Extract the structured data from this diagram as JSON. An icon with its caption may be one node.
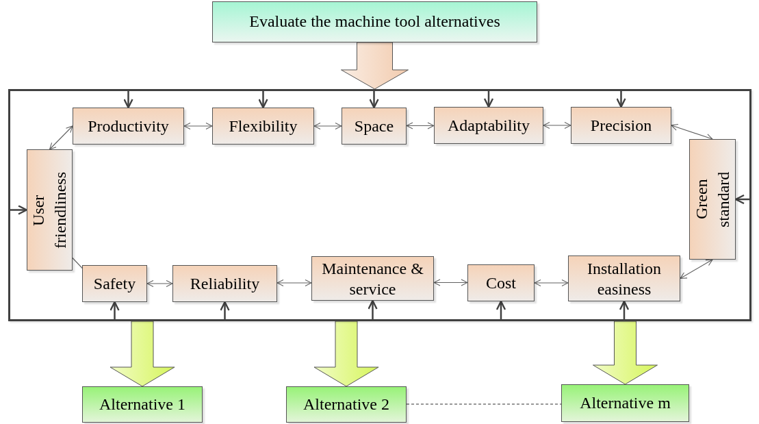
{
  "diagram": {
    "nodes": [
      {
        "text": [
          "Evaluate the machine tool alternatives"
        ]
      },
      {
        "text": [],
        "shape": "box"
      },
      {
        "text": [
          "Productivity"
        ],
        "in": 1
      },
      {
        "text": [
          "Flexibility"
        ],
        "in": 1
      },
      {
        "text": [
          "Space"
        ],
        "in": 1
      },
      {
        "text": [
          "Adaptability"
        ],
        "in": 1
      },
      {
        "text": [
          "Precision"
        ],
        "in": 1
      },
      {
        "text": [
          "Green standard"
        ],
        "in": 1
      },
      {
        "text": [
          "Installation easiness"
        ],
        "in": 1
      },
      {
        "text": [
          "Cost"
        ],
        "in": 1
      },
      {
        "text": [
          "Maintenance & service"
        ],
        "in": 1
      },
      {
        "text": [
          "Reliability"
        ],
        "in": 1
      },
      {
        "text": [
          "Safety"
        ],
        "in": 1
      },
      {
        "text": [
          "User friendliness"
        ],
        "in": 1
      },
      {
        "text": [
          "Alternative 1"
        ]
      },
      {
        "text": [
          "Alternative 2"
        ]
      },
      {
        "text": [
          "Alternative m"
        ]
      }
    ],
    "edges": [
      {
        "from": 0,
        "to": 1,
        "arrow": "to",
        "style": "thick",
        "color": "#f2cbae"
      },
      {
        "from": 1,
        "to": 2,
        "arrow": "to"
      },
      {
        "from": 1,
        "to": 3,
        "arrow": "to"
      },
      {
        "from": 1,
        "to": 4,
        "arrow": "to"
      },
      {
        "from": 1,
        "to": 5,
        "arrow": "to"
      },
      {
        "from": 1,
        "to": 6,
        "arrow": "to"
      },
      {
        "from": 1,
        "to": 7,
        "arrow": "to"
      },
      {
        "from": 1,
        "to": 12,
        "arrow": "to"
      },
      {
        "from": 1,
        "to": 11,
        "arrow": "to"
      },
      {
        "from": 1,
        "to": 10,
        "arrow": "to"
      },
      {
        "from": 1,
        "to": 9,
        "arrow": "to"
      },
      {
        "from": 1,
        "to": 8,
        "arrow": "to"
      },
      {
        "from": 1,
        "to": 13,
        "arrow": "to"
      },
      {
        "from": 2,
        "to": 3,
        "arrow": "both"
      },
      {
        "from": 3,
        "to": 4,
        "arrow": "both"
      },
      {
        "from": 4,
        "to": 5,
        "arrow": "both"
      },
      {
        "from": 5,
        "to": 6,
        "arrow": "both"
      },
      {
        "from": 6,
        "to": 7,
        "arrow": "both"
      },
      {
        "from": 7,
        "to": 8,
        "arrow": "both"
      },
      {
        "from": 8,
        "to": 9,
        "arrow": "both"
      },
      {
        "from": 9,
        "to": 10,
        "arrow": "both"
      },
      {
        "from": 10,
        "to": 11,
        "arrow": "both"
      },
      {
        "from": 11,
        "to": 12,
        "arrow": "both"
      },
      {
        "from": 12,
        "to": 13,
        "arrow": "both"
      },
      {
        "from": 13,
        "to": 2,
        "arrow": "both"
      },
      {
        "from": 1,
        "to": 14,
        "arrow": "to",
        "style": "thick",
        "color": "#d6f55c"
      },
      {
        "from": 1,
        "to": 15,
        "arrow": "to",
        "style": "thick",
        "color": "#d6f55c"
      },
      {
        "from": 1,
        "to": 16,
        "arrow": "to",
        "style": "thick",
        "color": "#d6f55c"
      },
      {
        "from": 15,
        "to": 16,
        "arrow": "none",
        "style": "dashed"
      }
    ]
  }
}
